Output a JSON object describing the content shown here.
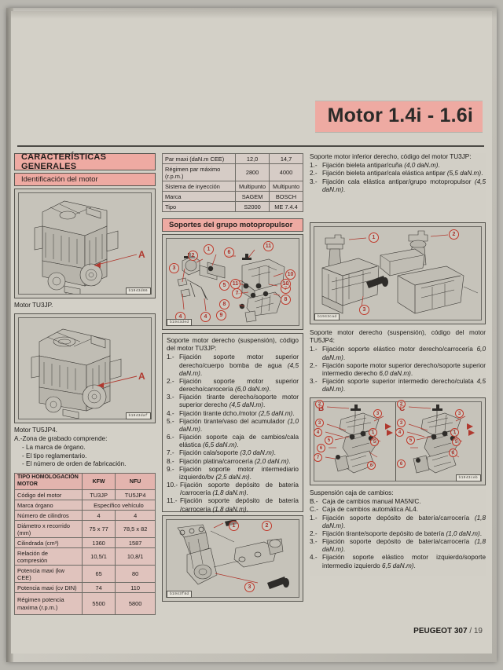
{
  "header": {
    "title": "Motor 1.4i - 1.6i"
  },
  "footer": {
    "brand": "PEUGEOT 307",
    "separator": "/",
    "page": "19"
  },
  "left_column": {
    "section_title": "CARACTERÍSTICAS GENERALES",
    "subsection_title": "Identificación del motor",
    "figure1": {
      "code": "b1943d66",
      "marker": "A"
    },
    "caption1": "Motor TU3JP.",
    "figure2": {
      "code": "b1943daf",
      "marker": "A"
    },
    "caption2": "Motor TU5JP4.",
    "note": {
      "lead": "A.-Zona de grabado comprende:",
      "items": [
        "- La marca de órgano.",
        "- El tipo reglamentario.",
        "- El número de orden de fabricación."
      ]
    },
    "homologation_table": {
      "header": [
        "TIPO HOMOLOGACIÓN MOTOR",
        "KFW",
        "NFU"
      ],
      "rows": [
        {
          "label": "Código del motor",
          "kfw": "TU3JP",
          "nfu": "TU5JP4",
          "span": false
        },
        {
          "label": "Marca órgano",
          "kfw": "Específico vehículo",
          "nfu": "",
          "span": true
        },
        {
          "label": "Número de cilindros",
          "kfw": "4",
          "nfu": "4",
          "span": false
        },
        {
          "label": "Diámetro x recorrido (mm)",
          "kfw": "75 x 77",
          "nfu": "78,5 x 82",
          "span": false
        },
        {
          "label": "Cilindrada (cm³)",
          "kfw": "1360",
          "nfu": "1587",
          "span": false
        },
        {
          "label": "Relación de compresión",
          "kfw": "10,5/1",
          "nfu": "10,8/1",
          "span": false
        },
        {
          "label": "Potencia maxi (kw CEE)",
          "kfw": "65",
          "nfu": "80",
          "span": false
        },
        {
          "label": "Potencia maxi (cv DIN)",
          "kfw": "74",
          "nfu": "110",
          "span": false
        },
        {
          "label": "Régimen potencia maxima (r.p.m.)",
          "kfw": "5500",
          "nfu": "5800",
          "span": false
        }
      ]
    }
  },
  "middle_column": {
    "spec_table": {
      "rows": [
        {
          "label": "Par maxi (daN.m CEE)",
          "v1": "12,0",
          "v2": "14,7"
        },
        {
          "label": "Régimen par máximo (r.p.m.)",
          "v1": "2800",
          "v2": "4000"
        },
        {
          "label": "Sistema de inyección",
          "v1": "Multipunto",
          "v2": "Multipunto"
        },
        {
          "label": "Marca",
          "v1": "SAGEM",
          "v2": "BOSCH"
        },
        {
          "label": "Tipo",
          "v1": "S2000",
          "v2": "ME 7.4.4"
        }
      ]
    },
    "section_title": "Soportes del grupo motopropulsor",
    "figure": {
      "code": "b1943ded",
      "callouts": [
        "1",
        "2",
        "3",
        "4",
        "4",
        "5",
        "6",
        "7",
        "7",
        "8",
        "8",
        "9",
        "10",
        "10",
        "11",
        "11"
      ]
    },
    "text_block": {
      "lead": "Soporte motor derecho (suspensión), código del motor TU3JP:",
      "items": [
        {
          "n": "1.-",
          "text": "Fijación soporte motor superior derecho/cuerpo bomba de agua ",
          "torque": "(4,5 daN.m)",
          "tail": "."
        },
        {
          "n": "2.-",
          "text": "Fijación soporte motor superior derecho/carrocería ",
          "torque": "(6,0 daN.m)",
          "tail": "."
        },
        {
          "n": "3.-",
          "text": "Fijación tirante derecho/soporte motor superior derecho ",
          "torque": "(4,5 daN.m)",
          "tail": "."
        },
        {
          "n": "4.-",
          "text": "Fijación tirante dcho./motor ",
          "torque": "(2,5 daN.m)",
          "tail": "."
        },
        {
          "n": "5.-",
          "text": "Fijación tirante/vaso del acumulador ",
          "torque": "(1,0 daN.m)",
          "tail": "."
        },
        {
          "n": "6.-",
          "text": "Fijación soporte caja de cambios/cala elástica ",
          "torque": "(6,5 daN.m)",
          "tail": "."
        },
        {
          "n": "7.-",
          "text": "Fijación cala/soporte ",
          "torque": "(3,0 daN.m)",
          "tail": "."
        },
        {
          "n": "8.-",
          "text": "Fijación platina/carrocería ",
          "torque": "(2,0 daN.m)",
          "tail": "."
        },
        {
          "n": "9.-",
          "text": "Fijación soporte motor intermediario izquierdo/bv ",
          "torque": "(2,5 daN.m)",
          "tail": "."
        },
        {
          "n": "10.-",
          "text": "Fijación soporte depósito de batería /carrocería ",
          "torque": "(1,8 daN.m)",
          "tail": "."
        },
        {
          "n": "11.-",
          "text": "Fijación soporte depósito de batería /carrocería ",
          "torque": "(1,8 daN.m)",
          "tail": "."
        }
      ]
    },
    "figure_bottom": {
      "code": "b1943f8d",
      "callouts": [
        "1",
        "2",
        "3"
      ]
    }
  },
  "right_column": {
    "text_block_top": {
      "lead": "Soporte motor inferior derecho, código del motor TU3JP:",
      "items": [
        {
          "n": "1.-",
          "text": "Fijación bieleta antipar/cuña ",
          "torque": "(4,0 daN.m)",
          "tail": "."
        },
        {
          "n": "2.-",
          "text": "Fijación bieleta antipar/cala elástica antipar ",
          "torque": "(5,5 daN.m)",
          "tail": "."
        },
        {
          "n": "3.-",
          "text": "Fijación cala elástica antipar/grupo motopropulsor ",
          "torque": "(4,5 daN.m)",
          "tail": "."
        }
      ]
    },
    "figure_top": {
      "code": "b1943cad",
      "callouts": [
        "1",
        "2",
        "3"
      ]
    },
    "text_block_mid": {
      "lead": "Soporte motor derecho (suspensión), código del motor TU5JP4:",
      "items": [
        {
          "n": "1.-",
          "text": "Fijación soporte elástico motor derecho/carrocería ",
          "torque": "6,0 daN.m)",
          "tail": "."
        },
        {
          "n": "2.-",
          "text": "Fijación soporte motor superior derecho/soporte superior intermedio derecho ",
          "torque": "6,0 daN.m)",
          "tail": "."
        },
        {
          "n": "3.-",
          "text": "Fijación soporte superior intermedio derecho/culata ",
          "torque": "4,5 daN.m)",
          "tail": "."
        }
      ]
    },
    "figure_bc": {
      "code": "b1943ceb",
      "panel_b_label": "B",
      "panel_c_label": "C",
      "callouts_b": [
        "1",
        "2",
        "3",
        "3",
        "4",
        "5",
        "5",
        "6",
        "7"
      ],
      "callouts_c": [
        "1",
        "2",
        "3",
        "3",
        "4",
        "5",
        "5",
        "6",
        "6"
      ]
    },
    "text_block_bottom": {
      "lead": "Suspensión caja de cambios:",
      "letters": [
        {
          "n": "B.-",
          "text": "Caja de cambios manual MA5N/C."
        },
        {
          "n": "C.-",
          "text": "Caja de cambios automática AL4."
        }
      ],
      "items": [
        {
          "n": "1.-",
          "text": "Fijación soporte depósito de batería/carrocería ",
          "torque": "(1,8 daN.m)",
          "tail": "."
        },
        {
          "n": "2.-",
          "text": "Fijación tirante/soporte depósito de batería ",
          "torque": "(1,0 daN.m)",
          "tail": "."
        },
        {
          "n": "3.-",
          "text": "Fijación soporte depósito de batería/carrocería ",
          "torque": "(1,8 daN.m)",
          "tail": "."
        },
        {
          "n": "4.-",
          "text": "Fijación soporte elástico motor izquierdo/soporte intermedio izquierdo ",
          "torque": "6,5 daN.m)",
          "tail": "."
        }
      ]
    }
  },
  "colors": {
    "accent_pink": "#eeaaa2",
    "callout_red": "#b0392f",
    "paper": "#d3d0c7",
    "ink": "#1d1b19"
  }
}
